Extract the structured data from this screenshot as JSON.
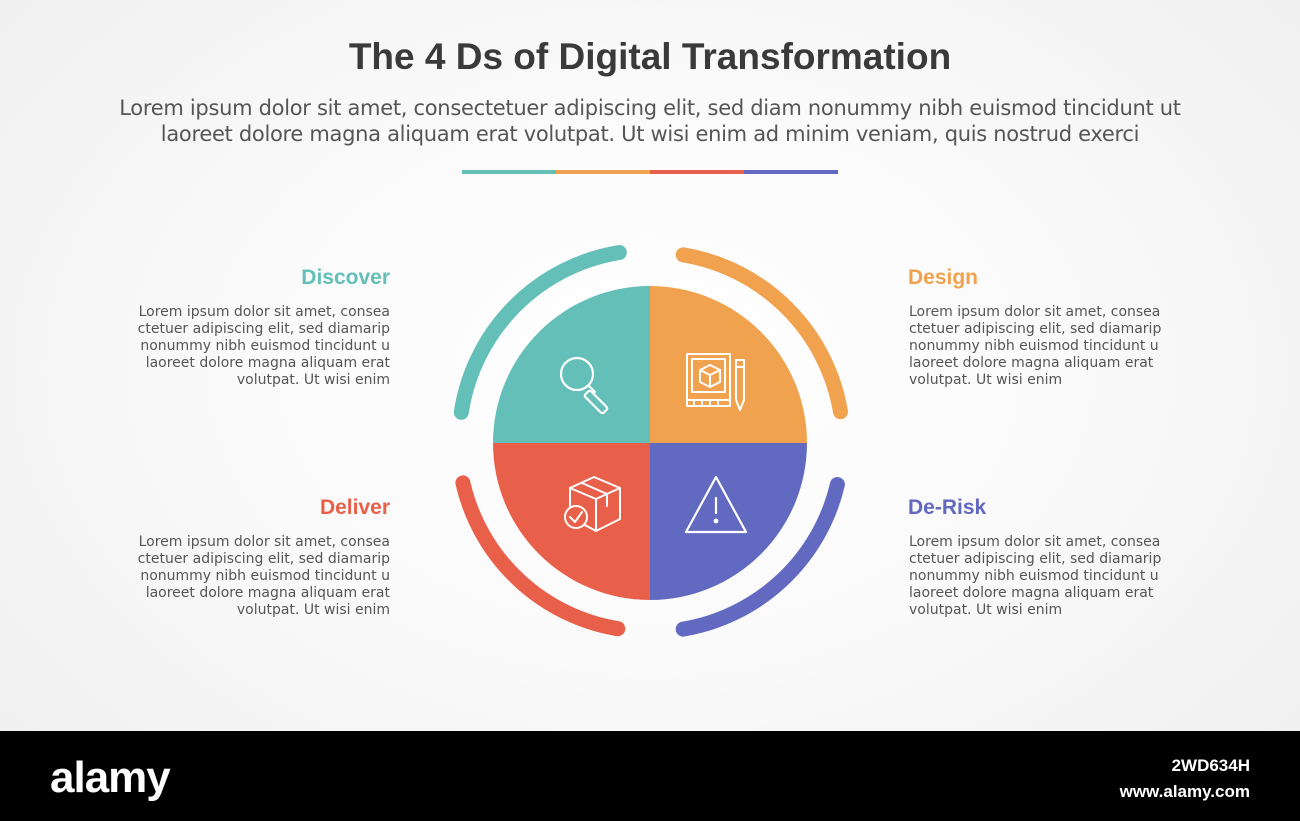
{
  "header": {
    "title": "The 4 Ds of Digital Transformation",
    "subtitle_line1": "Lorem ipsum dolor sit amet, consectetuer adipiscing elit, sed diam nonummy nibh euismod tincidunt ut",
    "subtitle_line2": "laoreet dolore magna aliquam erat volutpat. Ut wisi enim ad minim veniam, quis nostrud exerci"
  },
  "colors": {
    "teal": "#63bfb8",
    "orange": "#f1a24e",
    "red": "#e85f4a",
    "purple": "#6269c0"
  },
  "stages": [
    {
      "label": "Discover",
      "color": "#63bfb8",
      "icon": "magnifier-icon",
      "desc": [
        "Lorem ipsum dolor sit amet, consea",
        "ctetuer adipiscing elit, sed diamarip",
        "nonummy nibh euismod tincidunt u",
        "laoreet dolore magna aliquam erat",
        "volutpat. Ut wisi enim"
      ]
    },
    {
      "label": "Design",
      "color": "#f1a24e",
      "icon": "blueprint-pencil-icon",
      "desc": [
        "Lorem ipsum dolor sit amet, consea",
        "ctetuer adipiscing elit, sed diamarip",
        "nonummy nibh euismod tincidunt u",
        "laoreet dolore magna aliquam erat",
        "volutpat. Ut wisi enim"
      ]
    },
    {
      "label": "Deliver",
      "color": "#e85f4a",
      "icon": "package-check-icon",
      "desc": [
        "Lorem ipsum dolor sit amet, consea",
        "ctetuer adipiscing elit, sed diamarip",
        "nonummy nibh euismod tincidunt u",
        "laoreet dolore magna aliquam erat",
        "volutpat. Ut wisi enim"
      ]
    },
    {
      "label": "De-Risk",
      "color": "#6269c0",
      "icon": "warning-triangle-icon",
      "desc": [
        "Lorem ipsum dolor sit amet, consea",
        "ctetuer adipiscing elit, sed diamarip",
        "nonummy nibh euismod tincidunt u",
        "laoreet dolore magna aliquam erat",
        "volutpat. Ut wisi enim"
      ]
    }
  ],
  "footer": {
    "logo": "alamy",
    "image_id": "2WD634H",
    "url": "www.alamy.com"
  }
}
